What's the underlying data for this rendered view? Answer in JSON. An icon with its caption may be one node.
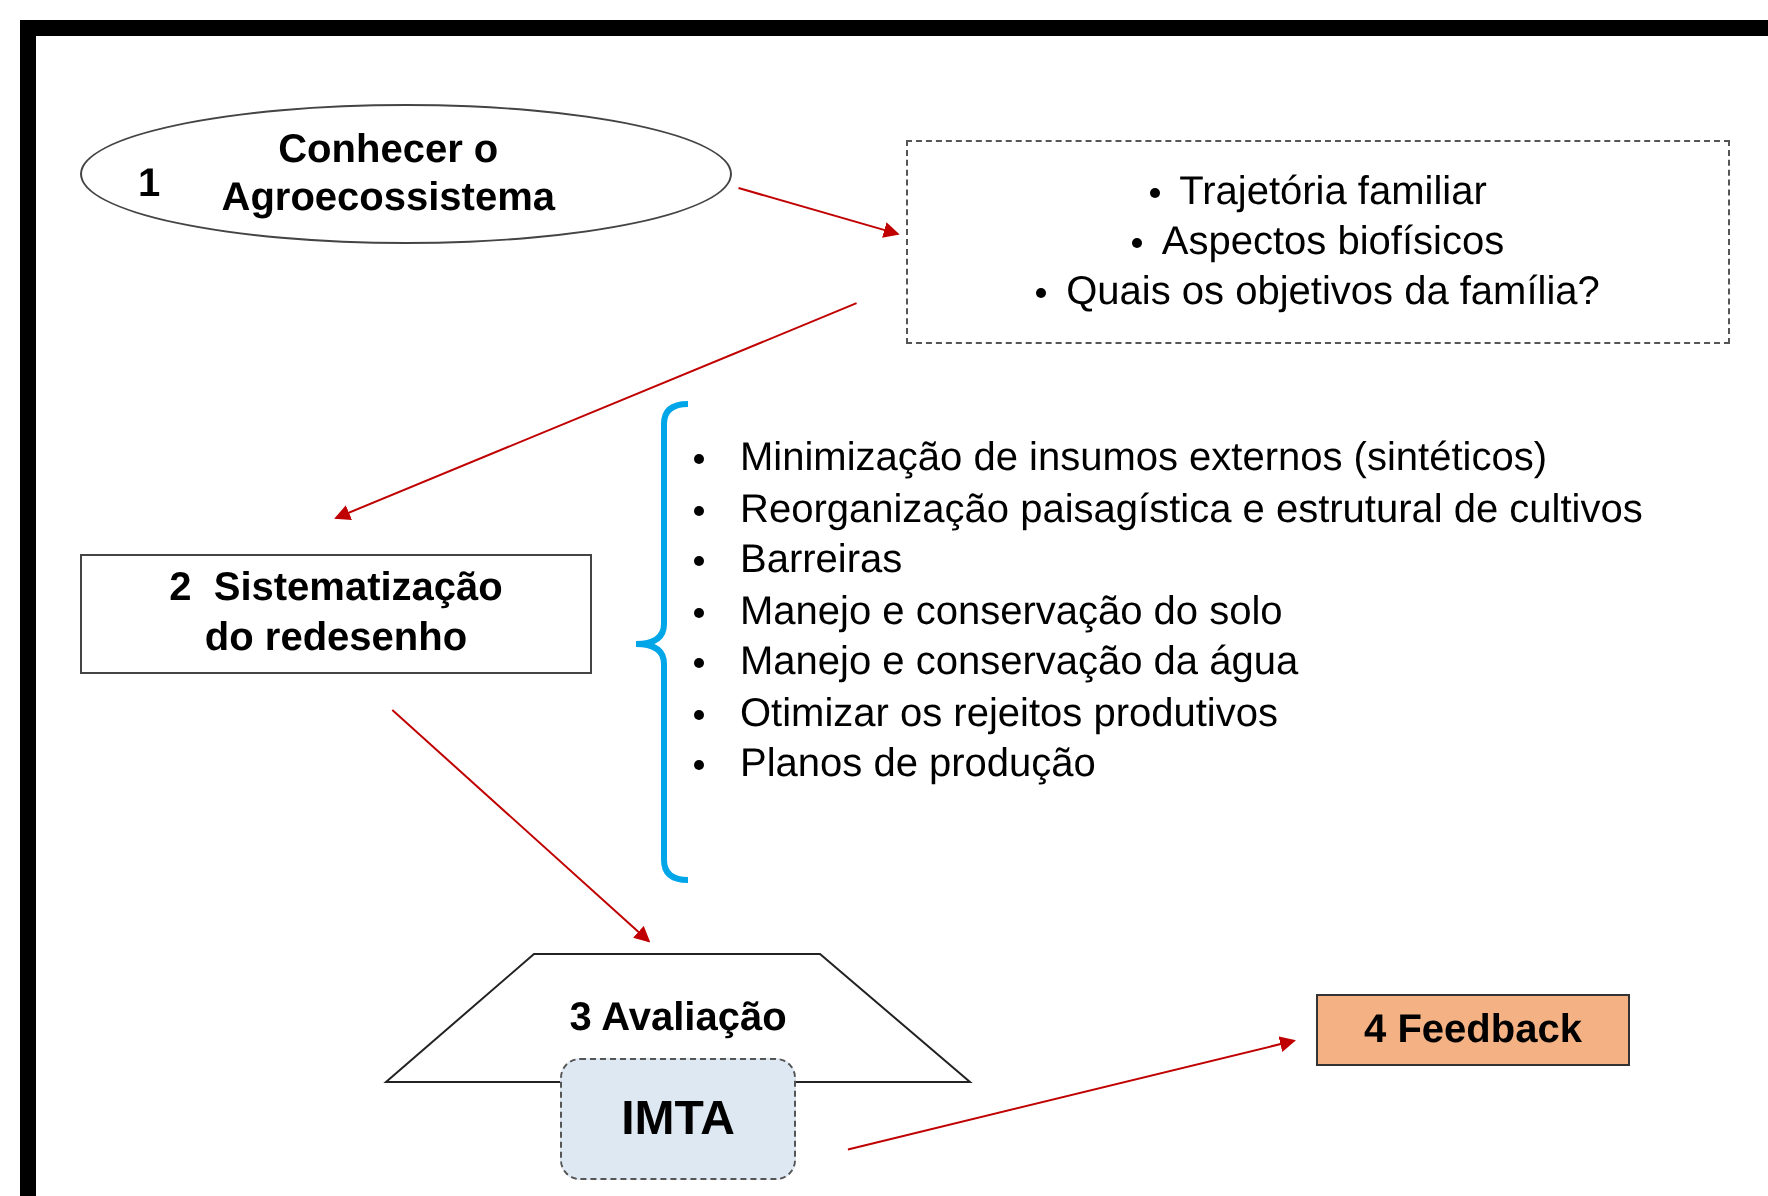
{
  "diagram": {
    "nodes": [
      {
        "text": [
          "1",
          "Conhecer o Agroecossistema"
        ]
      },
      {
        "text": [
          "Trajetória familiar",
          "Aspectos biofísicos",
          "Quais os objetivos da família?"
        ]
      },
      {
        "text": [
          "2  Sistematização do redesenho"
        ]
      },
      {
        "text": [
          "Minimização de insumos externos (sintéticos)",
          "Reorganização paisagística e estrutural de cultivos",
          "Barreiras",
          "Manejo e conservação do solo",
          "Manejo e conservação da água",
          "Otimizar os rejeitos produtivos",
          "Planos de produção"
        ]
      },
      {
        "text": [
          "3 Avaliação"
        ]
      },
      {
        "text": [
          "IMTA"
        ]
      },
      {
        "text": [
          "4 Feedback"
        ]
      }
    ],
    "edges": [
      {
        "from": 0,
        "to": 1,
        "arrow": "to"
      },
      {
        "from": 1,
        "to": 2,
        "arrow": "to"
      },
      {
        "from": 2,
        "to": 4,
        "arrow": "to"
      },
      {
        "from": 5,
        "to": 6,
        "arrow": "to"
      }
    ]
  }
}
